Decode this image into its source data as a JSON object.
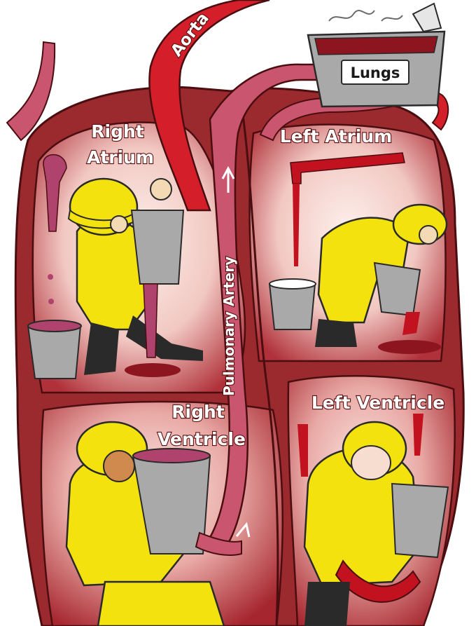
{
  "labels": {
    "aorta": "Aorta",
    "lungs": "Lungs",
    "right_atrium_line1": "Right",
    "right_atrium_line2": "Atrium",
    "left_atrium": "Left Atrium",
    "pulmonary_artery": "Pulmonary Artery",
    "right_ventricle_line1": "Right",
    "right_ventricle_line2": "Ventricle",
    "left_ventricle": "Left Ventricle"
  },
  "colors": {
    "heart_wall": "#9b2a2e",
    "heart_outline": "#4a0d10",
    "chamber_light": "#fbe6e2",
    "chamber_dark": "#b0313a",
    "aorta": "#d41f2b",
    "pulmonary": "#c9566e",
    "blood_red": "#c3121f",
    "blood_purple": "#b0426e",
    "worker_yellow": "#f3e20e",
    "boots": "#2a2a2a",
    "bucket": "#a9a9a9"
  },
  "icons": [
    "firefighter-figure",
    "bucket-icon",
    "blood-drip",
    "hose",
    "arrow-icon"
  ]
}
